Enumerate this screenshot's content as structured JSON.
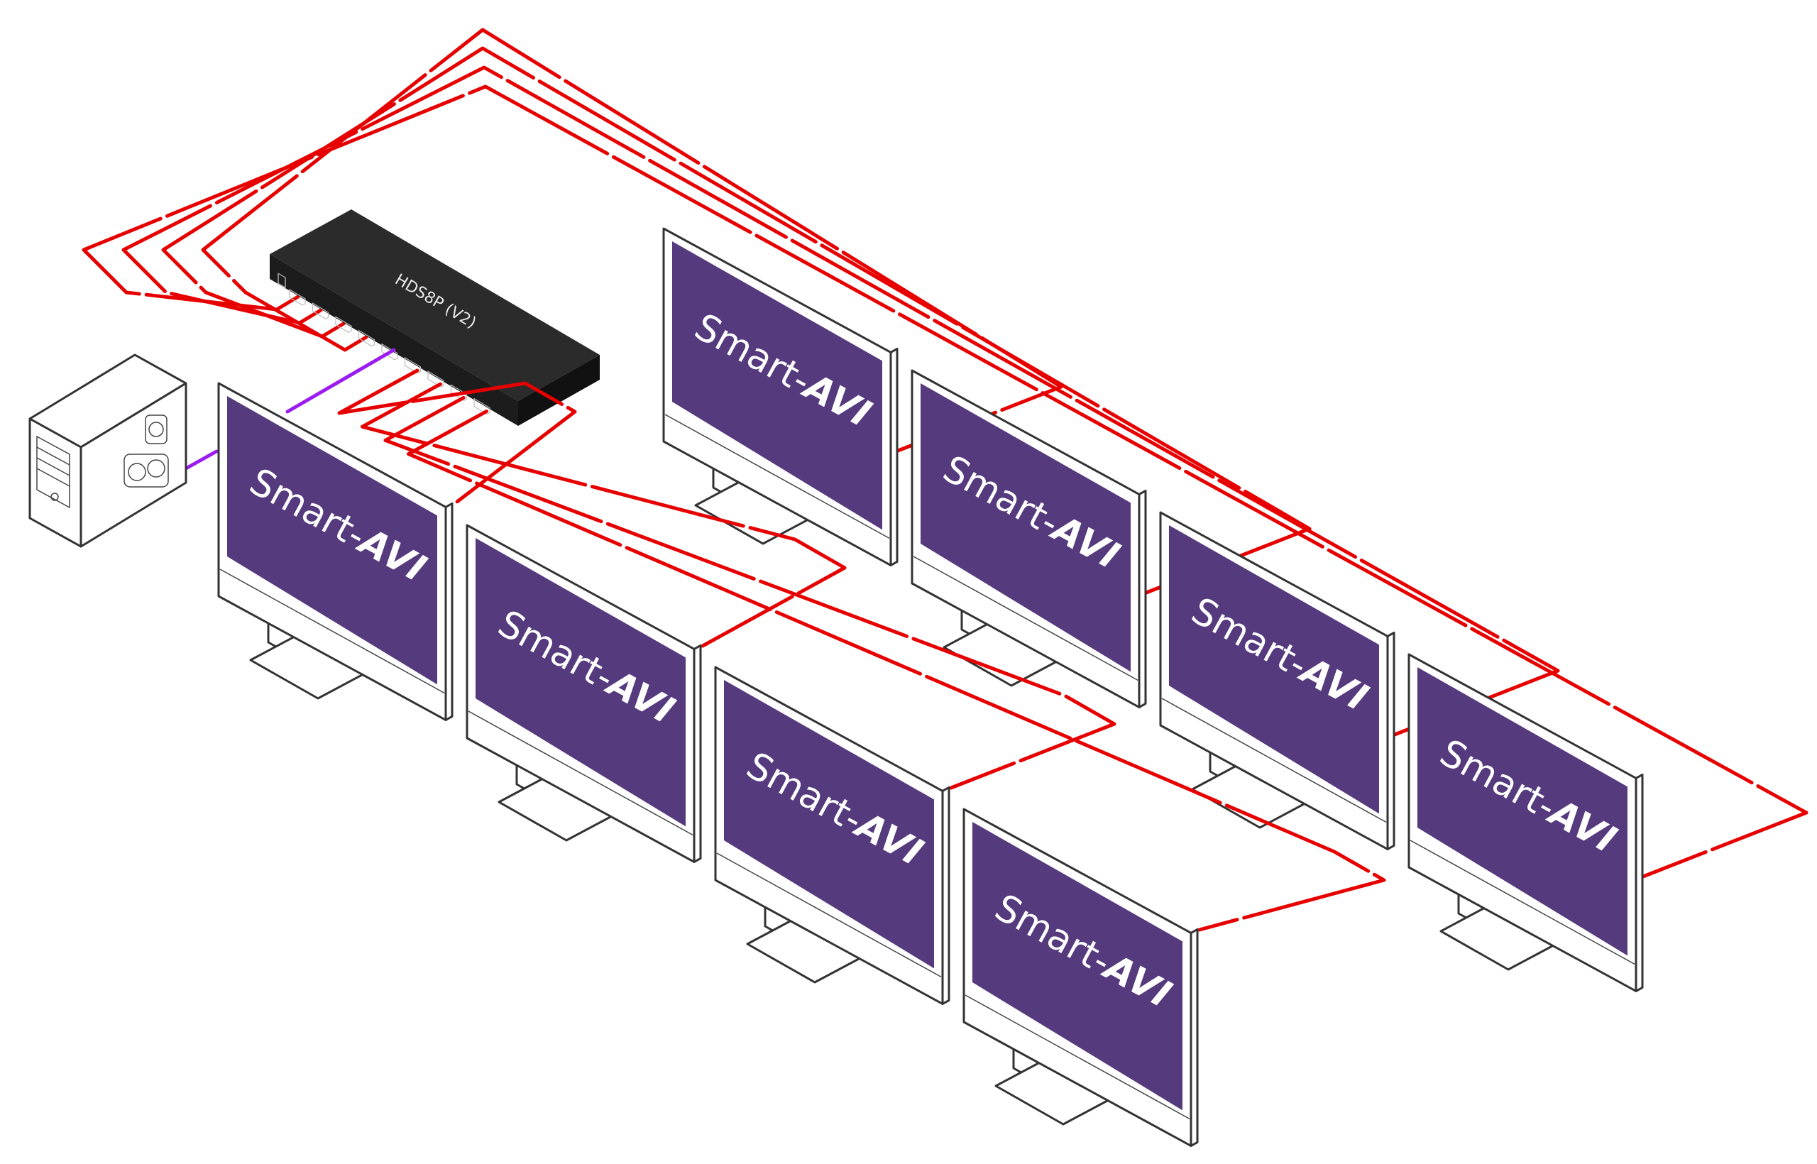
{
  "diagram": {
    "title": "HDS8P (V2) 1-to-8 HDMI splitter connection diagram",
    "splitter": {
      "label": "HDS8P (V2)",
      "ports": 8,
      "body_color": "#262626"
    },
    "source": {
      "name": "PC tower",
      "cable_color": "#9b1cf0"
    },
    "output_cable_color": "#e60000",
    "screen_color": "#553a7e",
    "monitors": [
      {
        "id": "monitor-1",
        "brand": "Smart-",
        "logo": "AVI"
      },
      {
        "id": "monitor-2",
        "brand": "Smart-",
        "logo": "AVI"
      },
      {
        "id": "monitor-3",
        "brand": "Smart-",
        "logo": "AVI"
      },
      {
        "id": "monitor-4",
        "brand": "Smart-",
        "logo": "AVI"
      },
      {
        "id": "monitor-5",
        "brand": "Smart-",
        "logo": "AVI"
      },
      {
        "id": "monitor-6",
        "brand": "Smart-",
        "logo": "AVI"
      },
      {
        "id": "monitor-7",
        "brand": "Smart-",
        "logo": "AVI"
      },
      {
        "id": "monitor-8",
        "brand": "Smart-",
        "logo": "AVI"
      }
    ]
  }
}
